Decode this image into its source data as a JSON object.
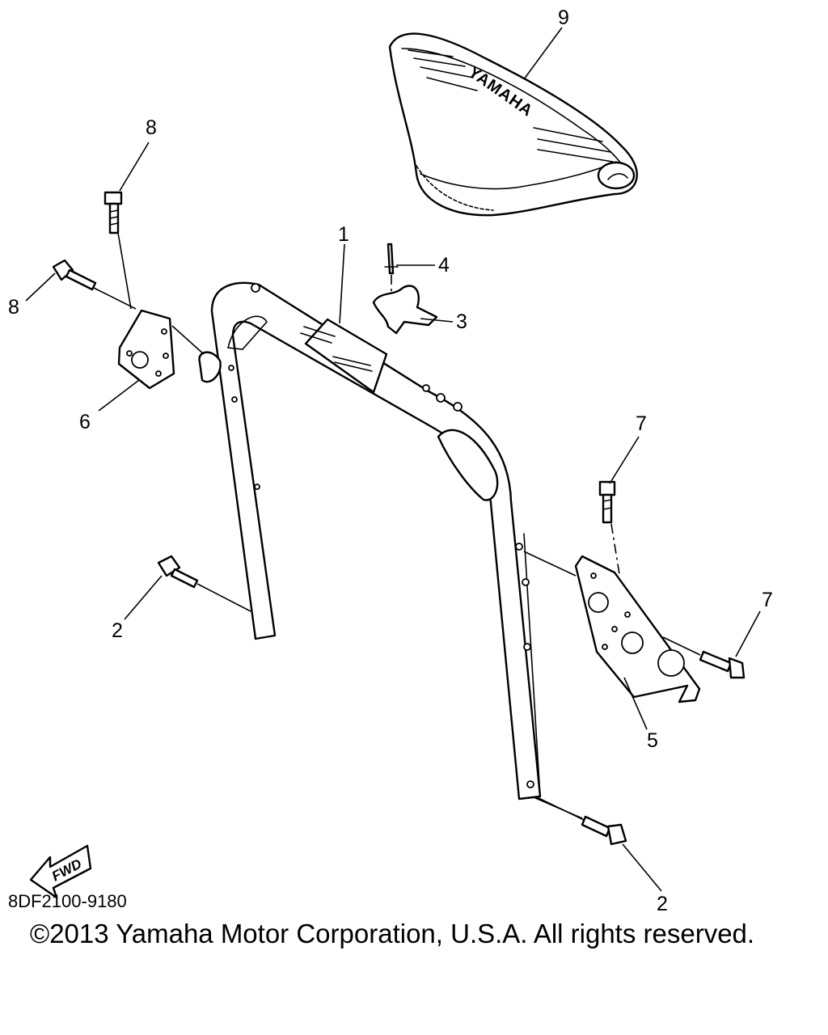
{
  "callouts": {
    "p1": "1",
    "p2a": "2",
    "p2b": "2",
    "p3": "3",
    "p4": "4",
    "p5": "5",
    "p6": "6",
    "p7a": "7",
    "p7b": "7",
    "p8a": "8",
    "p8b": "8",
    "p9": "9"
  },
  "seat_logo": "YAMAHA",
  "fwd_label": "FWD",
  "diagram_code": "8DF2100-9180",
  "copyright": "©2013 Yamaha Motor Corporation, U.S.A. All rights reserved."
}
